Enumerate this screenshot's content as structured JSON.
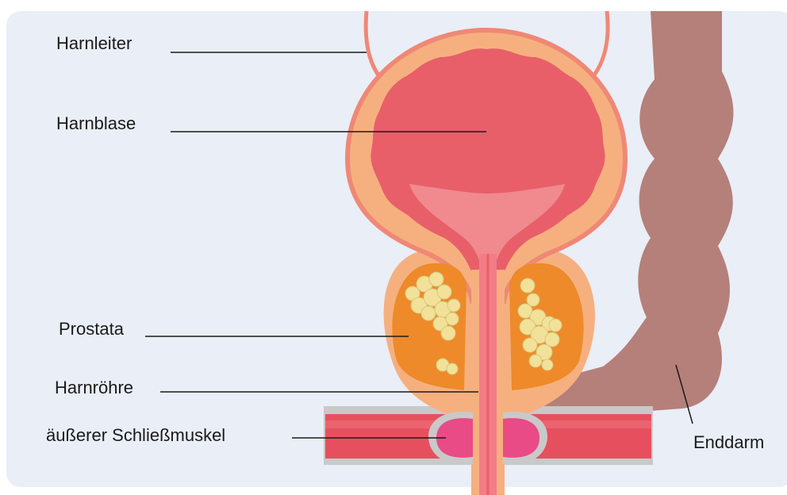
{
  "labels": {
    "harnleiter": "Harnleiter",
    "harnblase": "Harnblase",
    "prostata": "Prostata",
    "harnroehre": "Harnröhre",
    "schliessmuskel": "äußerer Schließmuskel",
    "enddarm": "Enddarm"
  },
  "colors": {
    "background": "#e9eef7",
    "bladder_wall": "#f6b07f",
    "bladder_outline": "#ef8876",
    "bladder_inner": "#e85f6a",
    "urethra": "#f27d87",
    "prostata_outer": "#f6b07f",
    "prostata_gland": "#ee8a2a",
    "nodules": "#f2e199",
    "muscle": "#e6505e",
    "muscle_border": "#bfbfbf",
    "sphincter": "#e84b86",
    "rectum": "#b5807a",
    "leader": "#1a1a1a"
  }
}
